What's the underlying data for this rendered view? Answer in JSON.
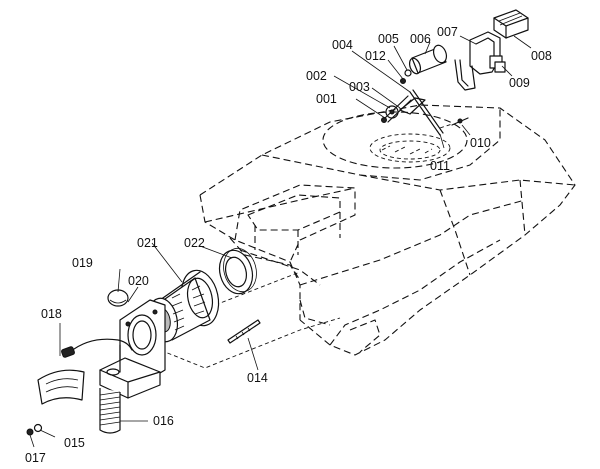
{
  "diagram": {
    "part_labels": [
      {
        "id": "001",
        "text": "001"
      },
      {
        "id": "002",
        "text": "002"
      },
      {
        "id": "003",
        "text": "003"
      },
      {
        "id": "004",
        "text": "004"
      },
      {
        "id": "005",
        "text": "005"
      },
      {
        "id": "006",
        "text": "006"
      },
      {
        "id": "007",
        "text": "007"
      },
      {
        "id": "008",
        "text": "008"
      },
      {
        "id": "009",
        "text": "009"
      },
      {
        "id": "010",
        "text": "010"
      },
      {
        "id": "011",
        "text": "011"
      },
      {
        "id": "012",
        "text": "012"
      },
      {
        "id": "014",
        "text": "014"
      },
      {
        "id": "015",
        "text": "015"
      },
      {
        "id": "016",
        "text": "016"
      },
      {
        "id": "017",
        "text": "017"
      },
      {
        "id": "018",
        "text": "018"
      },
      {
        "id": "019",
        "text": "019"
      },
      {
        "id": "020",
        "text": "020"
      },
      {
        "id": "021",
        "text": "021"
      },
      {
        "id": "022",
        "text": "022"
      }
    ]
  }
}
